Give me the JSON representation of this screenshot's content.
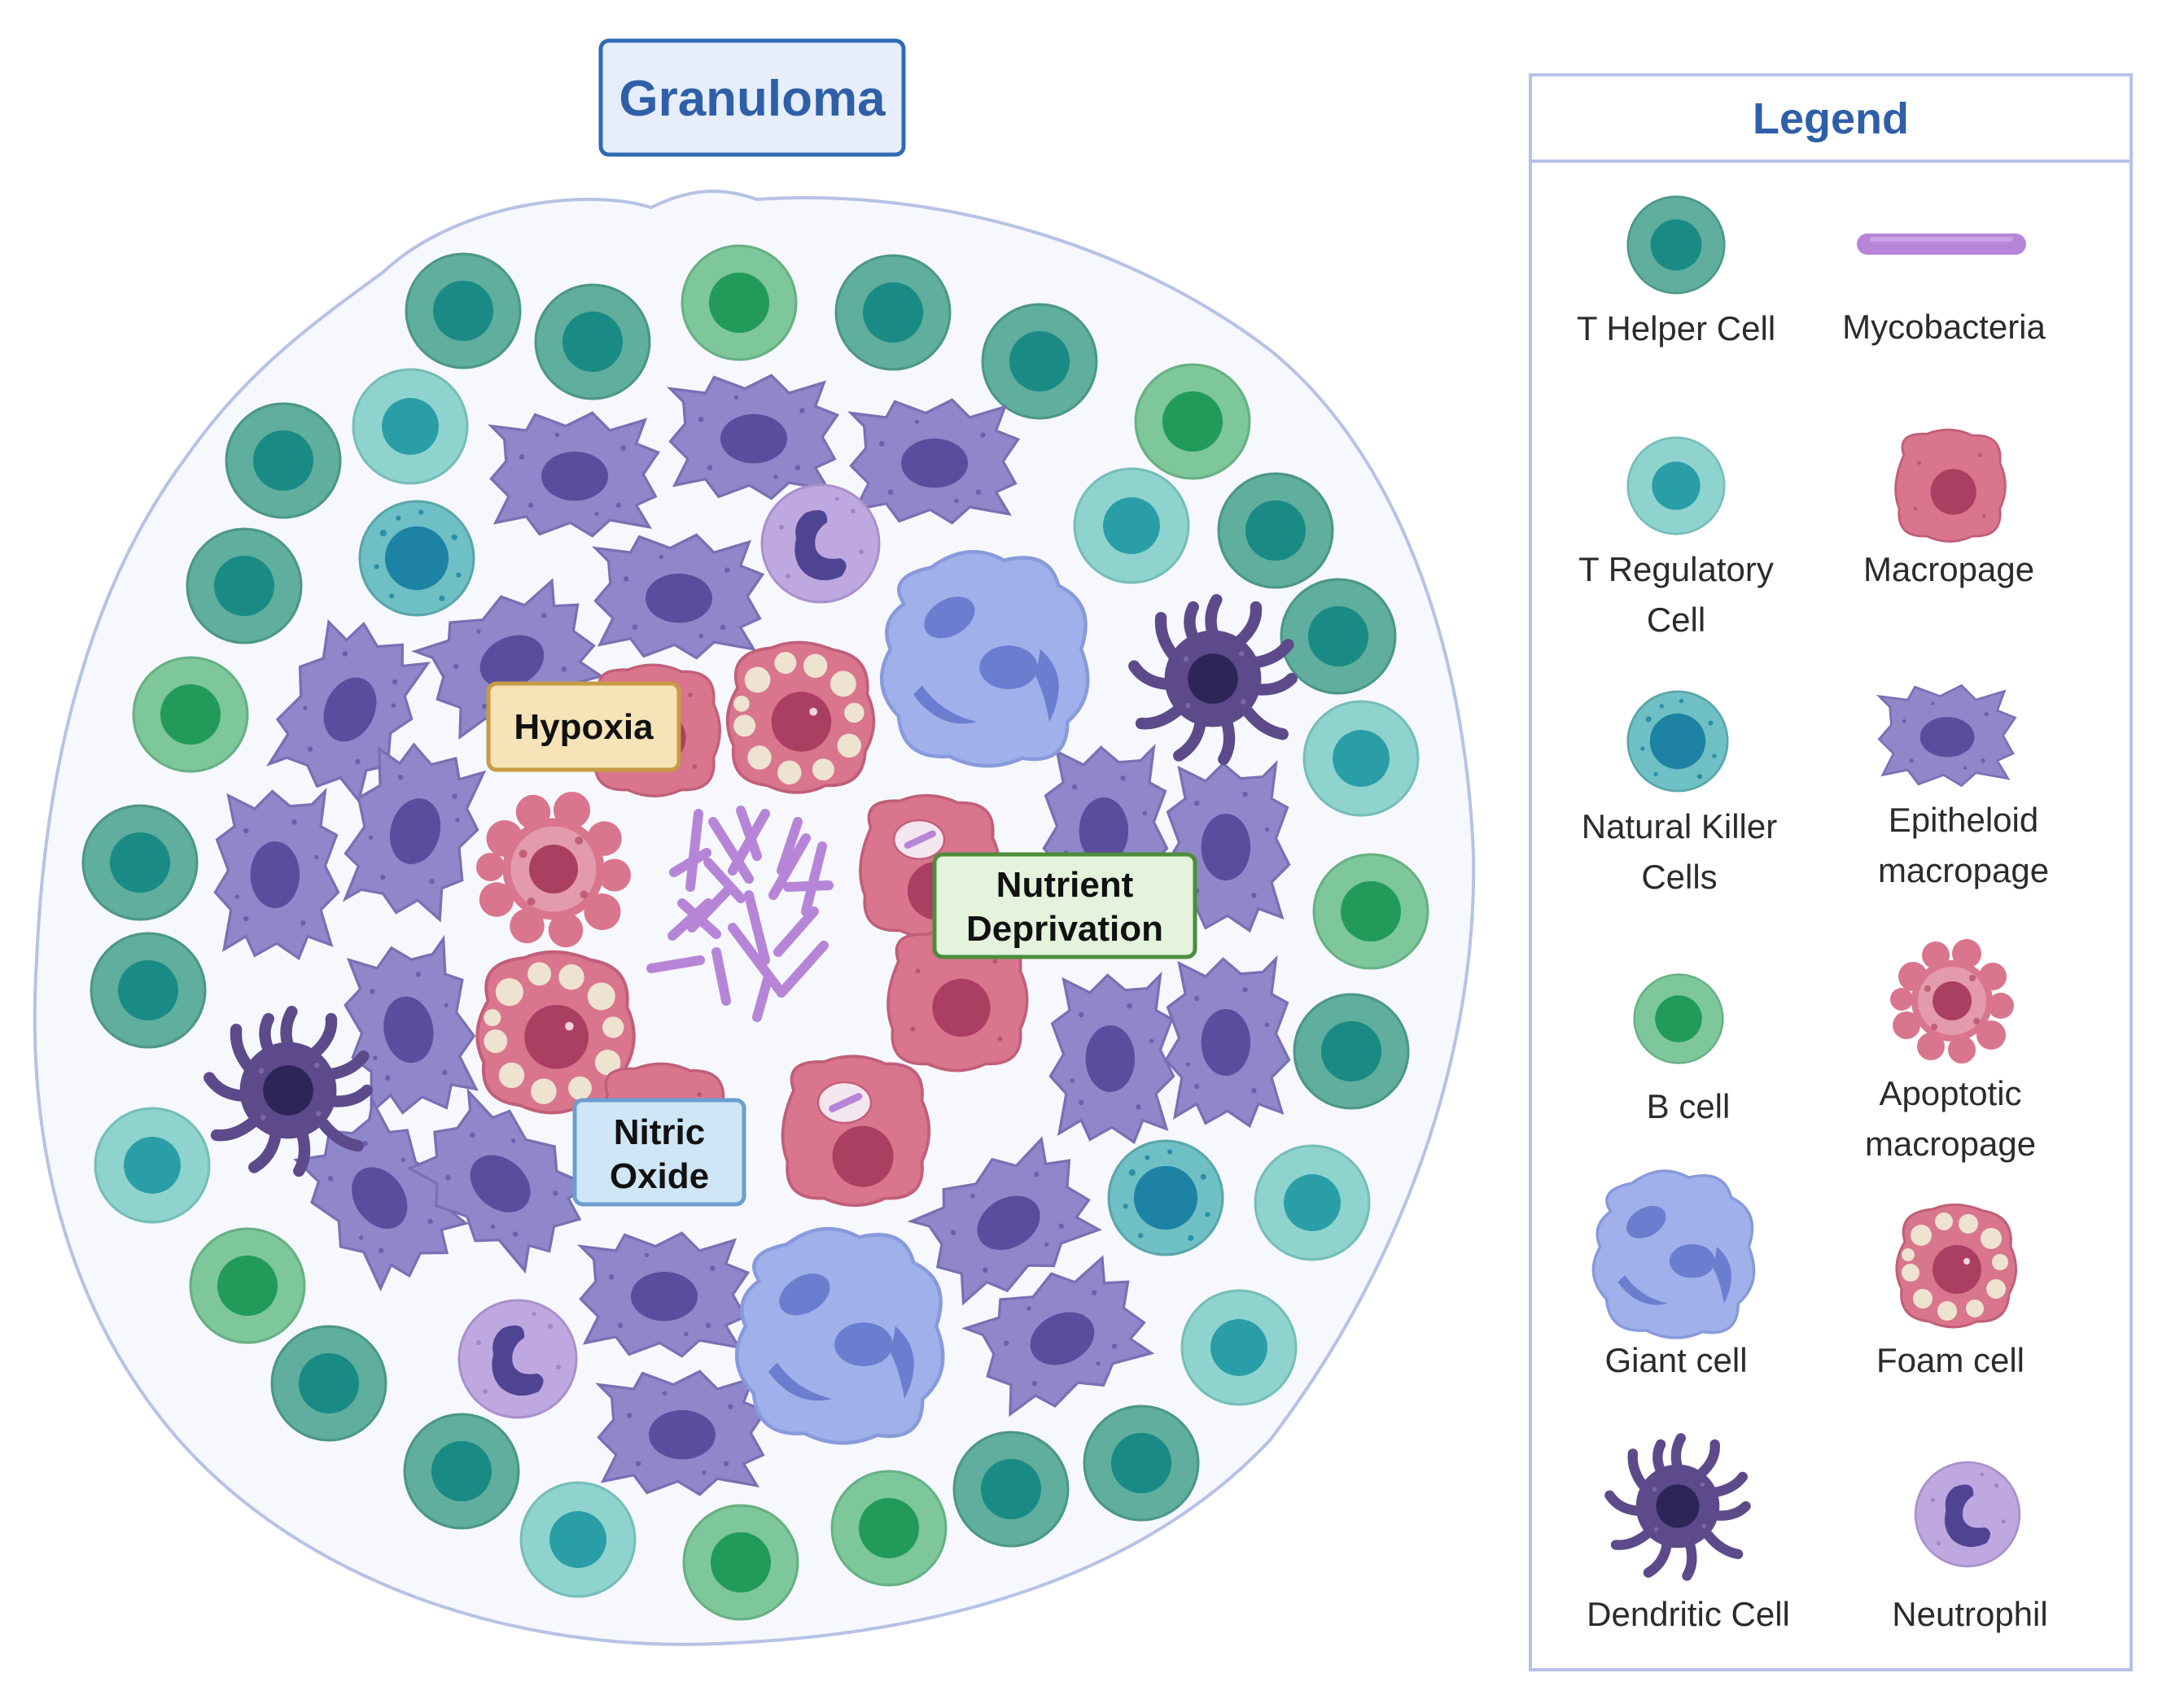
{
  "title": "Granuloma",
  "labels": {
    "hypoxia": "Hypoxia",
    "nutrient_line1": "Nutrient",
    "nutrient_line2": "Deprivation",
    "nitric_line1": "Nitric",
    "nitric_line2": "Oxide"
  },
  "legend": {
    "title": "Legend",
    "items": [
      {
        "icon": "t-helper-cell-icon",
        "lines": [
          "T Helper Cell"
        ]
      },
      {
        "icon": "mycobacteria-icon",
        "lines": [
          "Mycobacteria"
        ]
      },
      {
        "icon": "t-regulatory-cell-icon",
        "lines": [
          "T Regulatory",
          "Cell"
        ]
      },
      {
        "icon": "macrophage-icon",
        "lines": [
          "Macropage"
        ]
      },
      {
        "icon": "natural-killer-cell-icon",
        "lines": [
          "Natural Killer",
          "Cells"
        ]
      },
      {
        "icon": "epithelioid-macrophage-icon",
        "lines": [
          "Epitheloid",
          "macropage"
        ]
      },
      {
        "icon": "b-cell-icon",
        "lines": [
          "B cell"
        ]
      },
      {
        "icon": "apoptotic-macrophage-icon",
        "lines": [
          "Apoptotic",
          "macropage"
        ]
      },
      {
        "icon": "giant-cell-icon",
        "lines": [
          "Giant cell"
        ]
      },
      {
        "icon": "foam-cell-icon",
        "lines": [
          "Foam cell"
        ]
      },
      {
        "icon": "dendritic-cell-icon",
        "lines": [
          "Dendritic Cell"
        ]
      },
      {
        "icon": "neutrophil-icon",
        "lines": [
          "Neutrophil"
        ]
      }
    ]
  },
  "colors": {
    "t_helper": "#5fae9e",
    "t_helper_nucleus": "#1a8a84",
    "t_regulatory": "#8fd3cf",
    "t_regulatory_nucleus": "#2a9ea6",
    "natural_killer": "#6fc0c4",
    "natural_killer_nucleus": "#1d82a3",
    "b_cell": "#7ec79a",
    "b_cell_nucleus": "#229b5a",
    "epithelioid": "#8f87c9",
    "epithelioid_nucleus": "#5b4d9e",
    "macrophage": "#d9758c",
    "macrophage_nucleus": "#ab3f61",
    "giant_cell": "#9fb0ea",
    "giant_cell_nucleus": "#6a7dcf",
    "dendritic": "#5c4a8a",
    "dendritic_nucleus": "#2d2457",
    "neutrophil": "#bfa8e0",
    "neutrophil_nucleus": "#4f4492",
    "mycobacteria": "#b685d8",
    "boundary_fill": "#f6f8fd",
    "boundary_stroke": "#b6c2e6",
    "title_text": "#2f5fa8",
    "hypoxia_fill": "#f7e3b8",
    "hypoxia_stroke": "#c79b44",
    "nutrient_fill": "#e3f3dc",
    "nutrient_stroke": "#4d8d3b",
    "nitric_fill": "#cfe6f7",
    "nitric_stroke": "#6b9ed0"
  }
}
